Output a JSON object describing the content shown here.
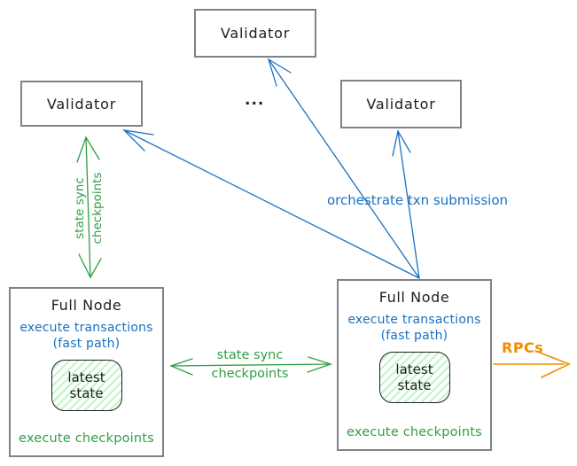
{
  "validators": {
    "top": {
      "label": "Validator"
    },
    "left": {
      "label": "Validator"
    },
    "right": {
      "label": "Validator"
    }
  },
  "ellipsis": "...",
  "full_node_left": {
    "title": "Full Node",
    "exec_line1": "execute transactions",
    "exec_line2": "(fast path)",
    "state_line1": "latest",
    "state_line2": "state",
    "footer": "execute checkpoints"
  },
  "full_node_right": {
    "title": "Full Node",
    "exec_line1": "execute transactions",
    "exec_line2": "(fast path)",
    "state_line1": "latest",
    "state_line2": "state",
    "footer": "execute checkpoints"
  },
  "edge_labels": {
    "orchestrate": "orchestrate txn submission",
    "rpcs": "RPCs",
    "state_sync_vertical": {
      "line1": "state sync",
      "line2": "checkpoints"
    },
    "state_sync_horizontal": {
      "line1": "state sync",
      "line2": "checkpoints"
    }
  },
  "colors": {
    "blue": "#1971c2",
    "green": "#2f9e44",
    "orange": "#f08c00",
    "box_border": "#7f8389",
    "state_hatch": "#b2f2bb",
    "text": "#1e1e1e"
  }
}
